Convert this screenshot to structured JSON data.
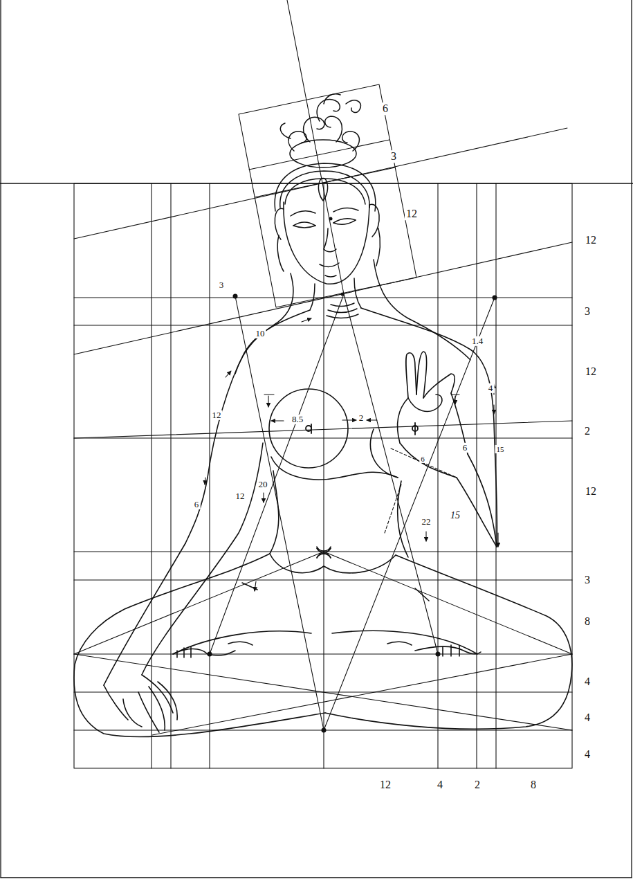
{
  "diagram": {
    "labels": [
      "6",
      "3",
      "12",
      "12",
      "3",
      "3",
      "10",
      "1.4",
      "12",
      "4",
      "12",
      "8.5",
      "2",
      "2",
      "6",
      "15",
      "6",
      "20",
      "12",
      "12",
      "6",
      "15",
      "22",
      "3",
      "8",
      "4",
      "4",
      "4",
      "12",
      "4",
      "2",
      "8"
    ]
  }
}
